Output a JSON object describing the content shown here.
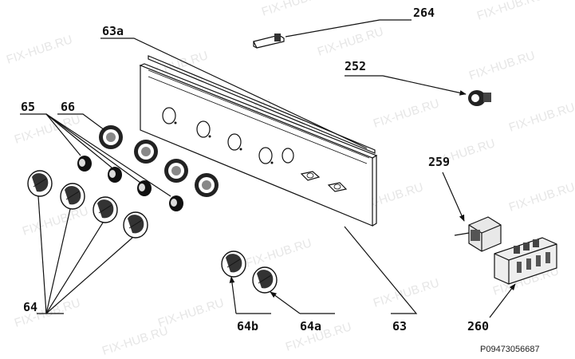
{
  "watermark": "FIX-HUB.RU",
  "part_number": "P09473056687",
  "callouts": {
    "c63a": "63a",
    "c264": "264",
    "c252": "252",
    "c65": "65",
    "c66": "66",
    "c259": "259",
    "c260": "260",
    "c64": "64",
    "c64b": "64b",
    "c64a": "64a",
    "c63": "63"
  }
}
